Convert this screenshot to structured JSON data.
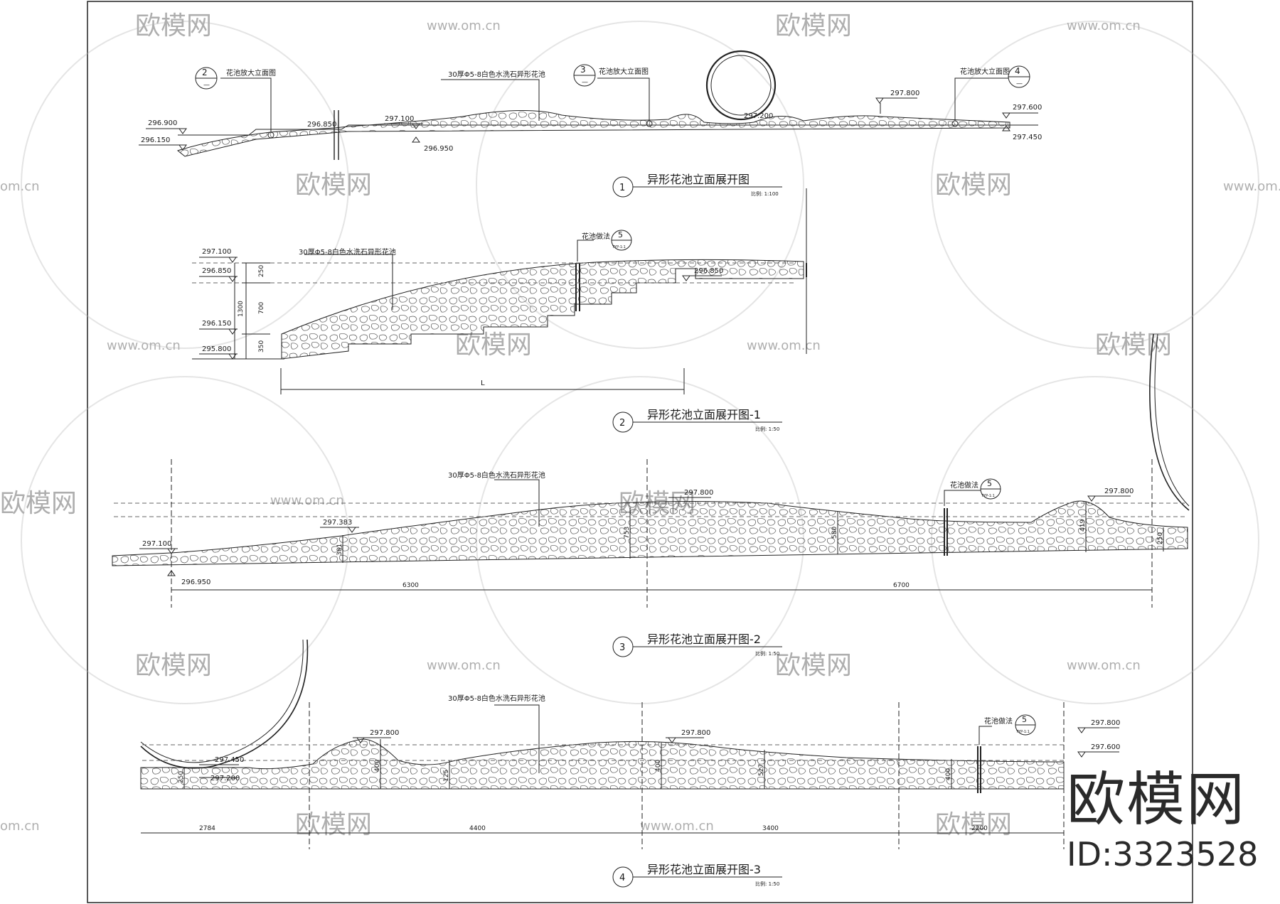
{
  "material_note": "30厚Φ5-8白色水洗石异形花池",
  "material_note_2": "30厚Φ5-8白色水洗石异形花池",
  "views": [
    {
      "num": "1",
      "title": "异形花池立面展开图",
      "scale": "比例: 1:100"
    },
    {
      "num": "2",
      "title": "异形花池立面展开图-1",
      "scale": "比例: 1:50"
    },
    {
      "num": "3",
      "title": "异形花池立面展开图-2",
      "scale": "比例: 1:50"
    },
    {
      "num": "4",
      "title": "异形花池立面展开图-3",
      "scale": "比例: 1:50"
    }
  ],
  "view1": {
    "callout_left": {
      "num": "2",
      "sub": "—",
      "label": "花池放大立面图"
    },
    "callout_mid": {
      "num": "3",
      "sub": "—",
      "label": "花池放大立面图"
    },
    "callout_right": {
      "num": "4",
      "sub": "—",
      "label": "花池放大立面图"
    },
    "levels": {
      "l1": "296.900",
      "l2": "296.150",
      "l3": "296.850",
      "l4": "297.100",
      "l5": "296.950",
      "l6": "297.200",
      "l7": "297.800",
      "l8": "297.600",
      "l9": "297.450"
    }
  },
  "view2": {
    "levels": {
      "l1": "297.100",
      "l2": "296.850",
      "l3": "296.150",
      "l4": "295.800",
      "l5": "296.850"
    },
    "dims": {
      "d1": "250",
      "d2": "700",
      "d3": "350",
      "total": "1300",
      "span": "L"
    },
    "detail": {
      "label": "花池做法",
      "num": "5",
      "sub": "TYP-1:1"
    }
  },
  "view3": {
    "levels": {
      "l1": "297.100",
      "l2": "296.950",
      "l3": "297.383",
      "l4": "297.800",
      "l5": "297.800"
    },
    "dims": {
      "h1": "381",
      "h2": "753",
      "h3": "580",
      "h4": "419",
      "h5": "250",
      "span1": "6300",
      "span2": "6700"
    },
    "detail": {
      "label": "花池做法",
      "num": "5",
      "sub": "TYP-1:1"
    }
  },
  "view4": {
    "levels": {
      "l1": "297.800",
      "l2": "297.450",
      "l3": "297.200",
      "l4": "297.800",
      "l5": "297.800",
      "l6": "297.600"
    },
    "dims": {
      "h1": "250",
      "h2": "400",
      "h3": "125",
      "h4": "400",
      "h5": "527",
      "h6": "400",
      "span1": "2784",
      "span2": "4400",
      "span3": "3400",
      "span4": "2200"
    },
    "detail": {
      "label": "花池做法",
      "num": "5",
      "sub": "TYP-1:1"
    }
  },
  "watermark": {
    "cn": "欧模网",
    "url": "www.om.cn",
    "url_short": "om.cn"
  },
  "brand": {
    "name": "欧模网",
    "id": "ID:3323528"
  }
}
